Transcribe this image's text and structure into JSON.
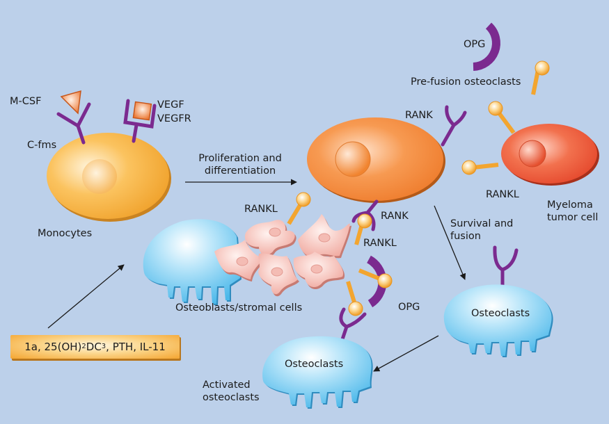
{
  "labels": {
    "mcsf": "M-CSF",
    "cfms": "C-fms",
    "vegf": "VEGF",
    "vegfr": "VEGFR",
    "monocytes": "Monocytes",
    "proliferation_line1": "Proliferation and",
    "proliferation_line2": "differentiation",
    "opg_top": "OPG",
    "prefusion": "Pre-fusion osteoclasts",
    "rank_top": "RANK",
    "rankl_right": "RANKL",
    "myeloma_line1": "Myeloma",
    "myeloma_line2": "tumor cell",
    "rankl_stromal": "RANKL",
    "rank_mid": "RANK",
    "rankl_mid": "RANKL",
    "survival_line1": "Survival and",
    "survival_line2": "fusion",
    "osteoblasts": "Osteoblasts/stromal cells",
    "opg_bottom": "OPG",
    "osteoclasts_right": "Osteoclasts",
    "osteoclasts_bottom": "Osteoclasts",
    "activated_line1": "Activated",
    "activated_line2": "osteoclasts"
  },
  "factor_box": {
    "part1": "1a, 25(OH)",
    "sub1": "2",
    "part2": "DC",
    "sub2": "3",
    "part3": ", PTH, IL-11"
  },
  "colors": {
    "background": "#bcd0ea",
    "receptor_purple": "#7b2a8f",
    "ligand_orange": "#f3a52f",
    "monocyte": "#f7b24a",
    "preosteoclast": "#f28a3c",
    "myeloma": "#ee5a3a",
    "osteoclast": "#5ec2ee",
    "stromal": "#f3b3aa"
  }
}
